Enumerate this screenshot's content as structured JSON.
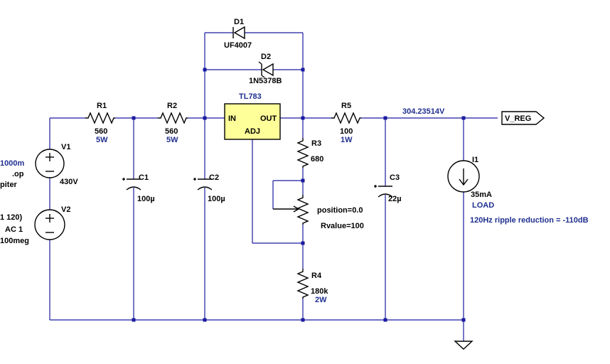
{
  "texts": {
    "ac_source_line": "1000m",
    "op_directive": ".op",
    "jupiter_fragment": "piter",
    "v2_ac_fragment": "1 120)",
    "v2_ac_amplitude": "AC 1",
    "v2_resistance": "100meg",
    "ripple_note": "120Hz ripple reduction = -110dB"
  },
  "components": {
    "d1": {
      "ref": "D1",
      "value": "UF4007"
    },
    "d2": {
      "ref": "D2",
      "value": "1N5378B"
    },
    "r1": {
      "ref": "R1",
      "value": "560",
      "rating": "5W"
    },
    "r2": {
      "ref": "R2",
      "value": "560",
      "rating": "5W"
    },
    "r3": {
      "ref": "R3",
      "value": "680"
    },
    "r4": {
      "ref": "R4",
      "value": "180k",
      "rating": "2W"
    },
    "r5": {
      "ref": "R5",
      "value": "100",
      "rating": "1W"
    },
    "c1": {
      "ref": "C1",
      "value": "100µ"
    },
    "c2": {
      "ref": "C2",
      "value": "100µ"
    },
    "c3": {
      "ref": "C3",
      "value": "22µ"
    },
    "v1": {
      "ref": "V1",
      "value": "430V"
    },
    "v2": {
      "ref": "V2"
    },
    "i1": {
      "ref": "I1",
      "value": "35mA",
      "label": "LOAD"
    },
    "u1": {
      "name": "TL783",
      "pin_in": "IN",
      "pin_out": "OUT",
      "pin_adj": "ADJ"
    },
    "pot": {
      "position": "position=0.0",
      "rvalue": "Rvalue=100"
    }
  },
  "nodes": {
    "output_voltage": "304.23514V",
    "output_label": "V_REG"
  },
  "colors": {
    "wire": "#1a1aa0",
    "component": "#000000",
    "regulator_fill": "#ffff99",
    "annotation_blue": "#1f2f8f"
  }
}
